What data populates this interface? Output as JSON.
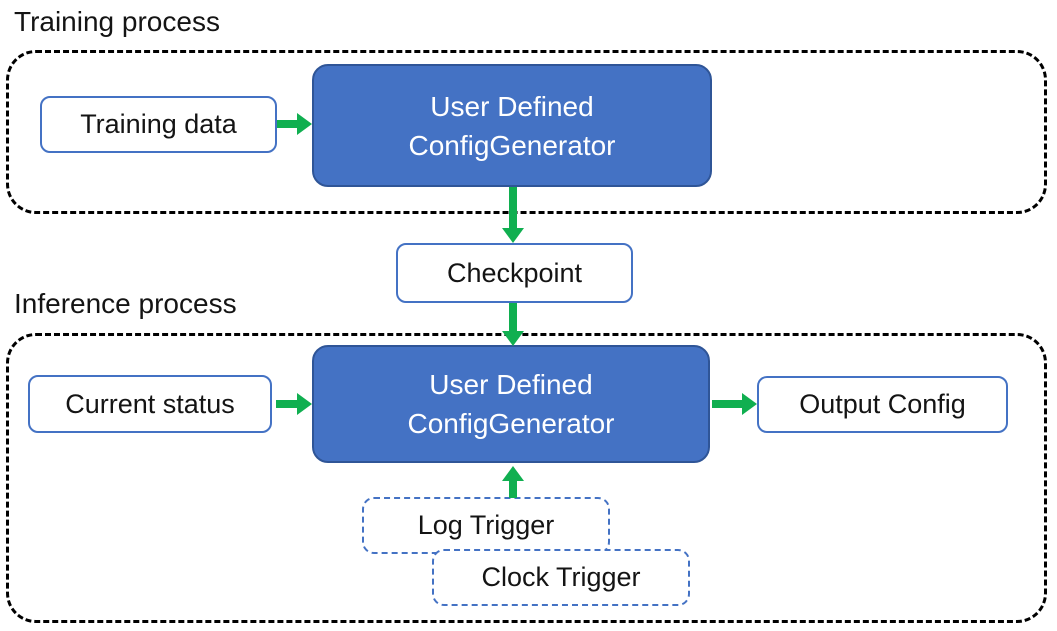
{
  "diagram": {
    "colors": {
      "canvas_bg": "#ffffff",
      "accent_blue": "#4472C4",
      "accent_blue_dark": "#2F5597",
      "arrow_green": "#10AF50",
      "text_dark": "#141414",
      "box_text_white": "#ffffff",
      "container_dash": "#000000"
    },
    "training": {
      "label": "Training process",
      "input_box": "Training data",
      "generator_line1": "User Defined",
      "generator_line2": "ConfigGenerator"
    },
    "checkpoint": {
      "label": "Checkpoint"
    },
    "inference": {
      "label": "Inference process",
      "input_box": "Current status",
      "generator_line1": "User Defined",
      "generator_line2": "ConfigGenerator",
      "output_box": "Output Config",
      "triggers": [
        "Log Trigger",
        "Clock Trigger"
      ]
    }
  }
}
